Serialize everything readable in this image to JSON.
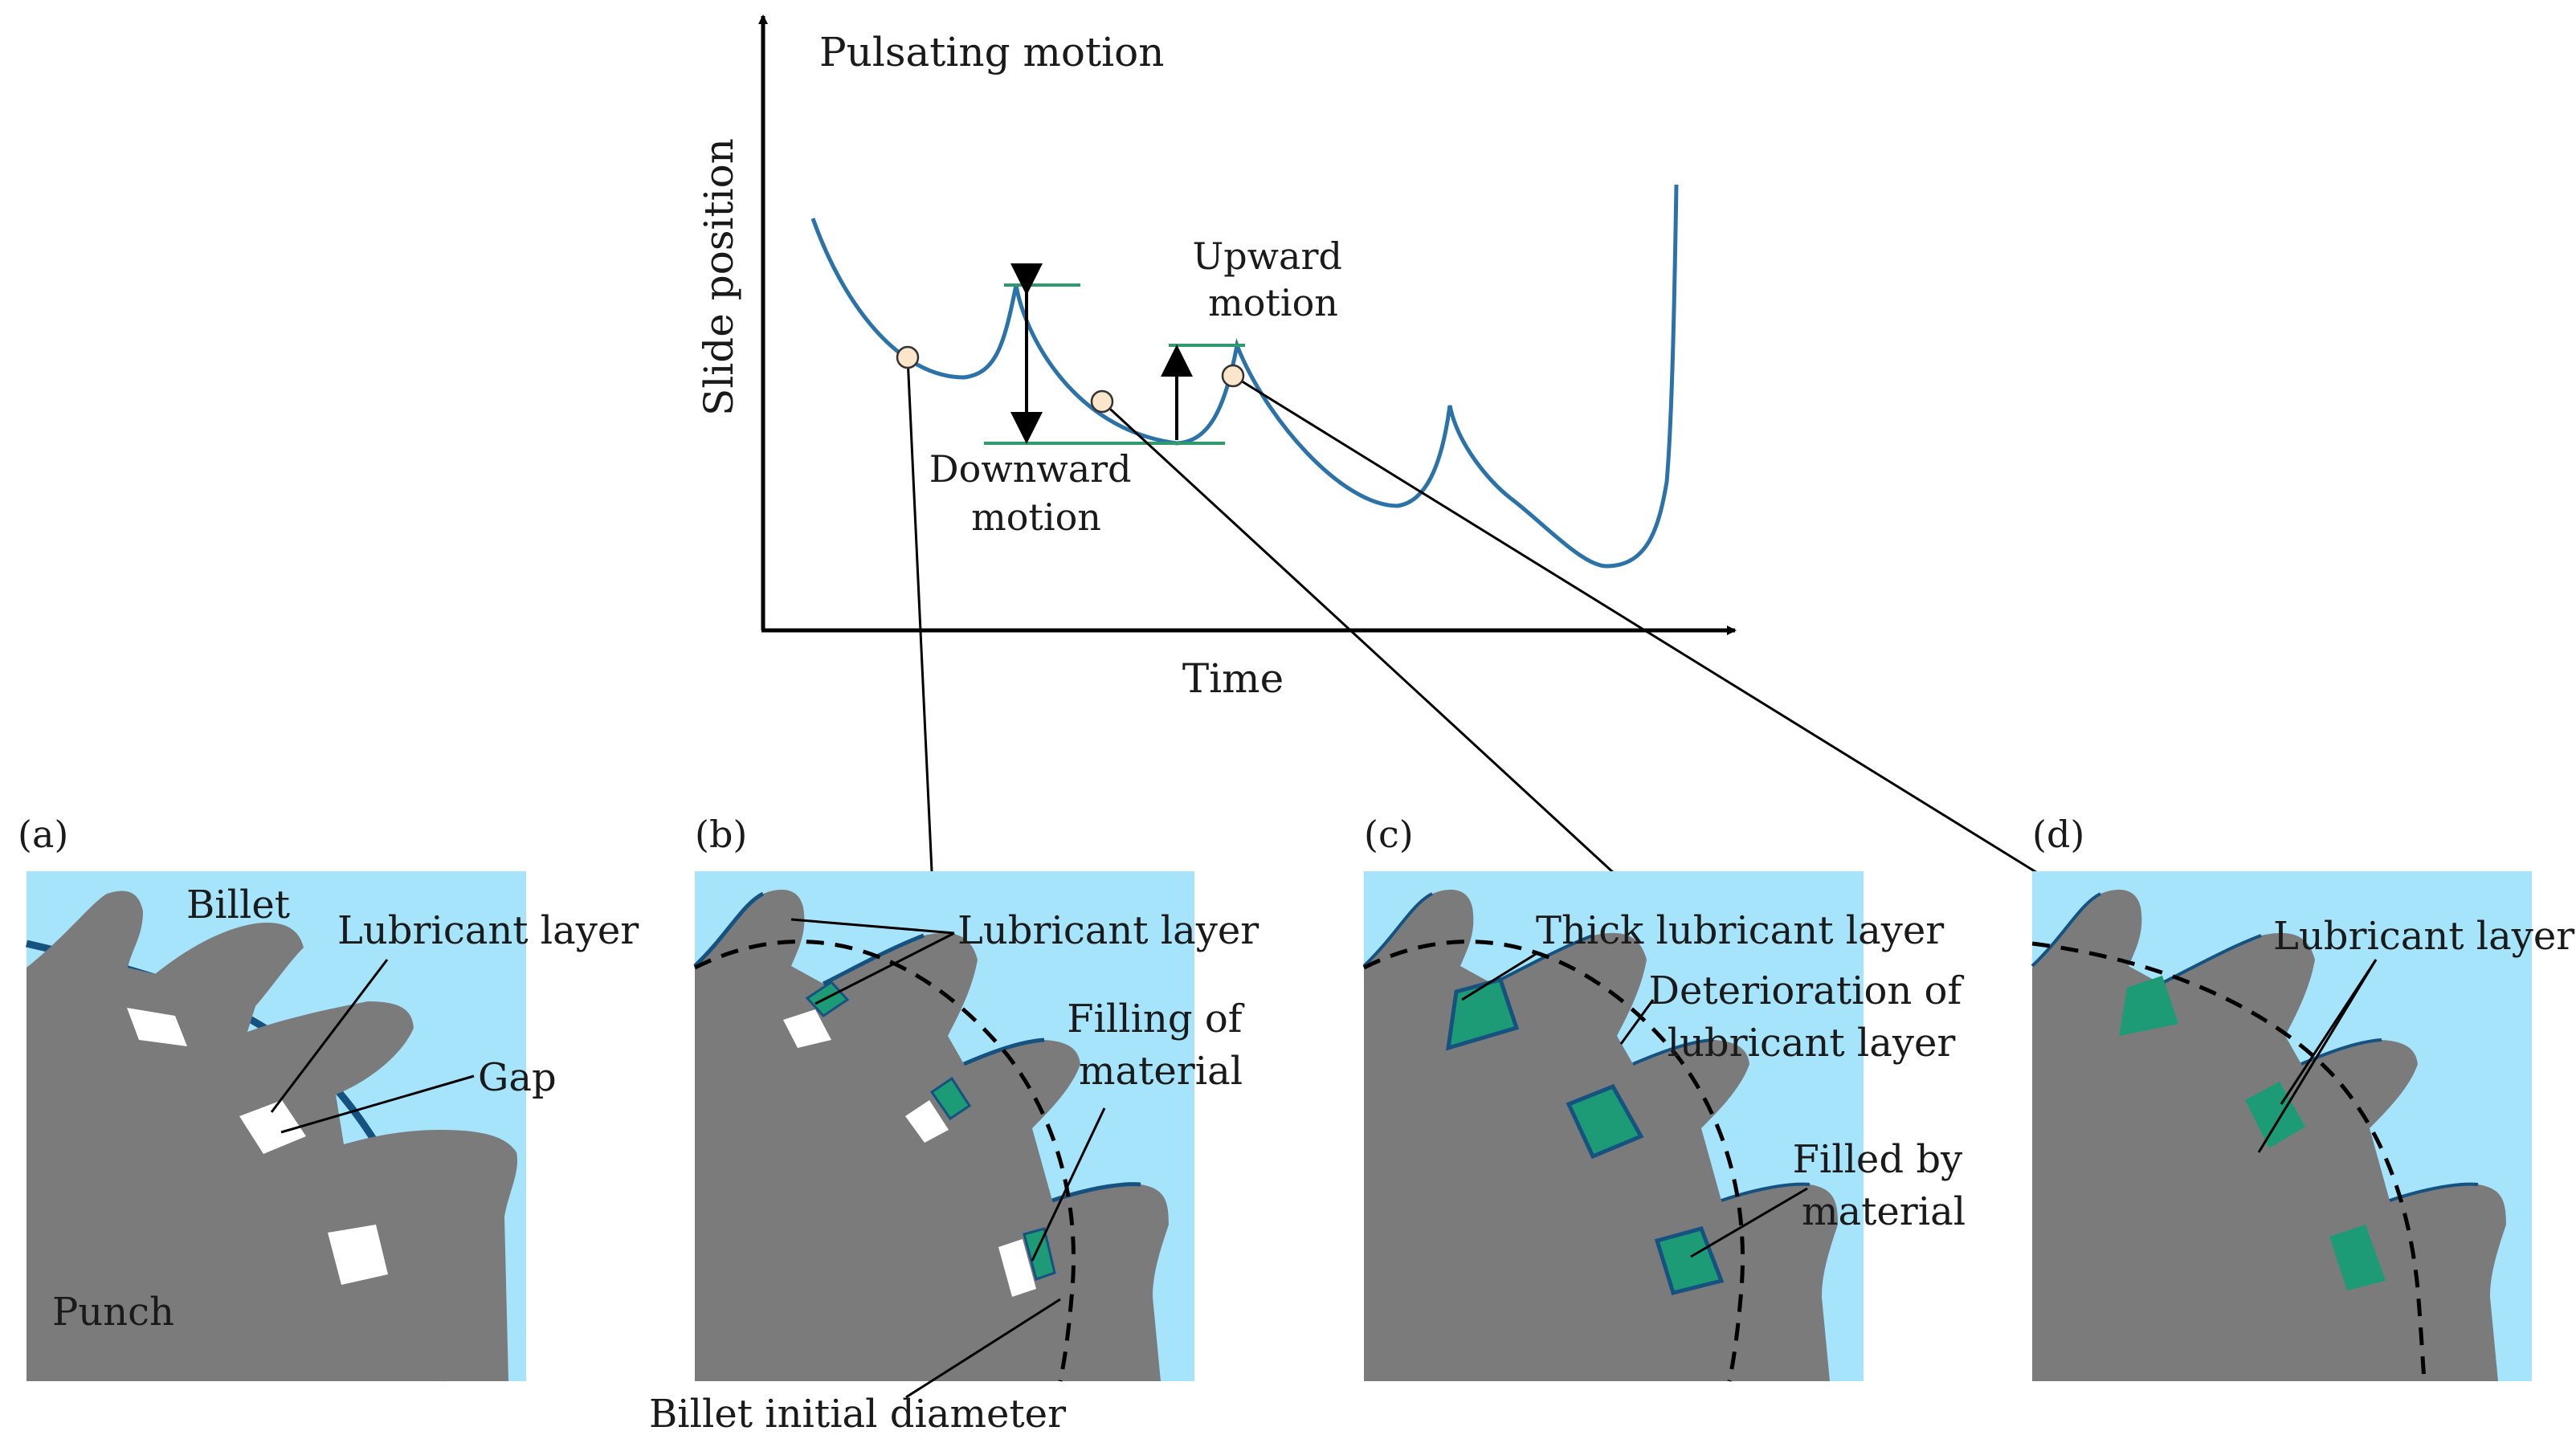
{
  "colors": {
    "background": "#ffffff",
    "panel_fill": "#a6e4fb",
    "punch_fill": "#7b7b7b",
    "curve": "#2a72a8",
    "lubricant_dark": "#16527f",
    "fill_green": "#1d9a76",
    "level_line": "#2e9a6e",
    "marker_fill": "#fbe6cc",
    "text": "#1a1a1a"
  },
  "graph": {
    "title": "Pulsating motion",
    "x_axis_label": "Time",
    "y_axis_label": "Slide position",
    "annotation_downward": [
      "Downward",
      "motion"
    ],
    "annotation_upward": [
      "Upward",
      "motion"
    ]
  },
  "panels": {
    "a": {
      "tag": "(a)",
      "billet": "Billet",
      "lubricant": "Lubricant layer",
      "gap": "Gap",
      "punch": "Punch"
    },
    "b": {
      "tag": "(b)",
      "lubricant": "Lubricant layer",
      "filling": [
        "Filling of",
        "material"
      ],
      "billet_diameter": "Billet initial diameter"
    },
    "c": {
      "tag": "(c)",
      "thick": "Thick lubricant layer",
      "deterioration": [
        "Deterioration of",
        "lubricant layer"
      ],
      "filled": [
        "Filled by",
        "material"
      ]
    },
    "d": {
      "tag": "(d)",
      "lubricant": "Lubricant layer"
    }
  }
}
